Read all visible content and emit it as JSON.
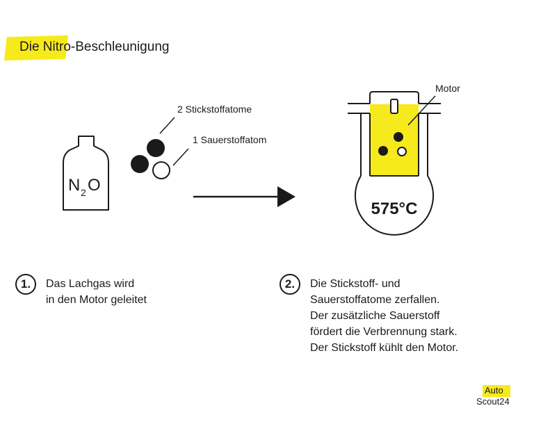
{
  "title": "Die Nitro-Beschleunigung",
  "labels": {
    "nitrogen_atoms": "2 Stickstoffatome",
    "oxygen_atom": "1 Sauerstoffatom",
    "engine": "Motor",
    "temperature": "575°C"
  },
  "bottle": {
    "formula_n": "N",
    "formula_sub": "2",
    "formula_o": "O"
  },
  "steps": [
    {
      "number": "1.",
      "text": "Das Lachgas wird\nin den Motor geleitet"
    },
    {
      "number": "2.",
      "text": "Die Stickstoff- und\nSauerstoffatome zerfallen.\nDer zusätzliche Sauerstoff\nfördert die Verbrennung stark.\nDer Stickstoff kühlt den Motor."
    }
  ],
  "brand": {
    "line1": "Auto",
    "line2": "Scout24"
  },
  "colors": {
    "accent": "#f6ea1c",
    "ink": "#1a1a1a"
  }
}
